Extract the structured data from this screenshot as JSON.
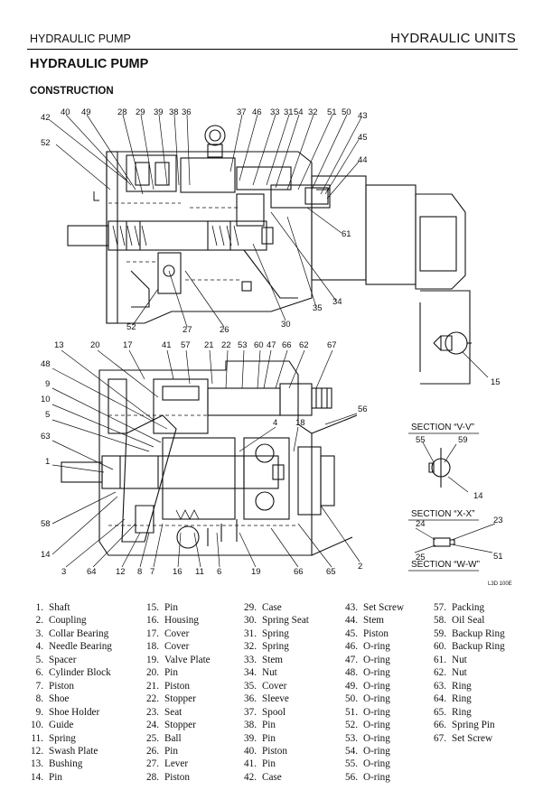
{
  "header": {
    "left": "HYDRAULIC PUMP",
    "right": "HYDRAULIC UNITS"
  },
  "title": "HYDRAULIC PUMP",
  "subtitle": "CONSTRUCTION",
  "figure_code": "L3D 100E",
  "callouts_top": [
    "42",
    "40",
    "49",
    "28",
    "29",
    "39",
    "38",
    "36",
    "37",
    "46",
    "33",
    "31",
    "54",
    "32",
    "51",
    "50",
    "43",
    "52",
    "45",
    "44",
    "61",
    "35",
    "34",
    "30",
    "26",
    "27",
    "52"
  ],
  "callouts_bottom": [
    "13",
    "20",
    "17",
    "41",
    "57",
    "21",
    "22",
    "53",
    "60",
    "47",
    "66",
    "62",
    "67",
    "48",
    "9",
    "10",
    "5",
    "63",
    "1",
    "4",
    "18",
    "56",
    "58",
    "14",
    "3",
    "64",
    "12",
    "8",
    "7",
    "16",
    "11",
    "6",
    "19",
    "66",
    "65",
    "2",
    "15"
  ],
  "sections": {
    "vv": "SECTION “V-V”",
    "xx": "SECTION “X-X”",
    "ww": "SECTION “W-W”",
    "vv_callouts": [
      "55",
      "59",
      "14"
    ],
    "ww_callouts": [
      "24",
      "23",
      "25",
      "51"
    ]
  },
  "legend": [
    [
      {
        "n": "1.",
        "t": "Shaft"
      },
      {
        "n": "2.",
        "t": "Coupling"
      },
      {
        "n": "3.",
        "t": "Collar Bearing"
      },
      {
        "n": "4.",
        "t": "Needle Bearing"
      },
      {
        "n": "5.",
        "t": "Spacer"
      },
      {
        "n": "6.",
        "t": "Cylinder Block"
      },
      {
        "n": "7.",
        "t": "Piston"
      },
      {
        "n": "8.",
        "t": "Shoe"
      },
      {
        "n": "9.",
        "t": "Shoe Holder"
      },
      {
        "n": "10.",
        "t": "Guide"
      },
      {
        "n": "11.",
        "t": "Spring"
      },
      {
        "n": "12.",
        "t": "Swash Plate"
      },
      {
        "n": "13.",
        "t": "Bushing"
      },
      {
        "n": "14.",
        "t": "Pin"
      }
    ],
    [
      {
        "n": "15.",
        "t": "Pin"
      },
      {
        "n": "16.",
        "t": "Housing"
      },
      {
        "n": "17.",
        "t": "Cover"
      },
      {
        "n": "18.",
        "t": "Cover"
      },
      {
        "n": "19.",
        "t": "Valve Plate"
      },
      {
        "n": "20.",
        "t": "Pin"
      },
      {
        "n": "21.",
        "t": "Piston"
      },
      {
        "n": "22.",
        "t": "Stopper"
      },
      {
        "n": "23.",
        "t": "Seat"
      },
      {
        "n": "24.",
        "t": "Stopper"
      },
      {
        "n": "25.",
        "t": "Ball"
      },
      {
        "n": "26.",
        "t": "Pin"
      },
      {
        "n": "27.",
        "t": "Lever"
      },
      {
        "n": "28.",
        "t": "Piston"
      }
    ],
    [
      {
        "n": "29.",
        "t": "Case"
      },
      {
        "n": "30.",
        "t": "Spring Seat"
      },
      {
        "n": "31.",
        "t": "Spring"
      },
      {
        "n": "32.",
        "t": "Spring"
      },
      {
        "n": "33.",
        "t": "Stem"
      },
      {
        "n": "34.",
        "t": "Nut"
      },
      {
        "n": "35.",
        "t": "Cover"
      },
      {
        "n": "36.",
        "t": "Sleeve"
      },
      {
        "n": "37.",
        "t": "Spool"
      },
      {
        "n": "38.",
        "t": "Pin"
      },
      {
        "n": "39.",
        "t": "Pin"
      },
      {
        "n": "40.",
        "t": "Piston"
      },
      {
        "n": "41.",
        "t": "Pin"
      },
      {
        "n": "42.",
        "t": "Case"
      }
    ],
    [
      {
        "n": "43.",
        "t": "Set Screw"
      },
      {
        "n": "44.",
        "t": "Stem"
      },
      {
        "n": "45.",
        "t": "Piston"
      },
      {
        "n": "46.",
        "t": "O-ring"
      },
      {
        "n": "47.",
        "t": "O-ring"
      },
      {
        "n": "48.",
        "t": "O-ring"
      },
      {
        "n": "49.",
        "t": "O-ring"
      },
      {
        "n": "50.",
        "t": "O-ring"
      },
      {
        "n": "51.",
        "t": "O-ring"
      },
      {
        "n": "52.",
        "t": "O-ring"
      },
      {
        "n": "53.",
        "t": "O-ring"
      },
      {
        "n": "54.",
        "t": "O-ring"
      },
      {
        "n": "55.",
        "t": "O-ring"
      },
      {
        "n": "56.",
        "t": "O-ring"
      }
    ],
    [
      {
        "n": "57.",
        "t": "Packing"
      },
      {
        "n": "58.",
        "t": "Oil Seal"
      },
      {
        "n": "59.",
        "t": "Backup Ring"
      },
      {
        "n": "60.",
        "t": "Backup Ring"
      },
      {
        "n": "61.",
        "t": "Nut"
      },
      {
        "n": "62.",
        "t": "Nut"
      },
      {
        "n": "63.",
        "t": "Ring"
      },
      {
        "n": "64.",
        "t": "Ring"
      },
      {
        "n": "65.",
        "t": "Ring"
      },
      {
        "n": "66.",
        "t": "Spring Pin"
      },
      {
        "n": "67.",
        "t": "Set Screw"
      }
    ]
  ]
}
